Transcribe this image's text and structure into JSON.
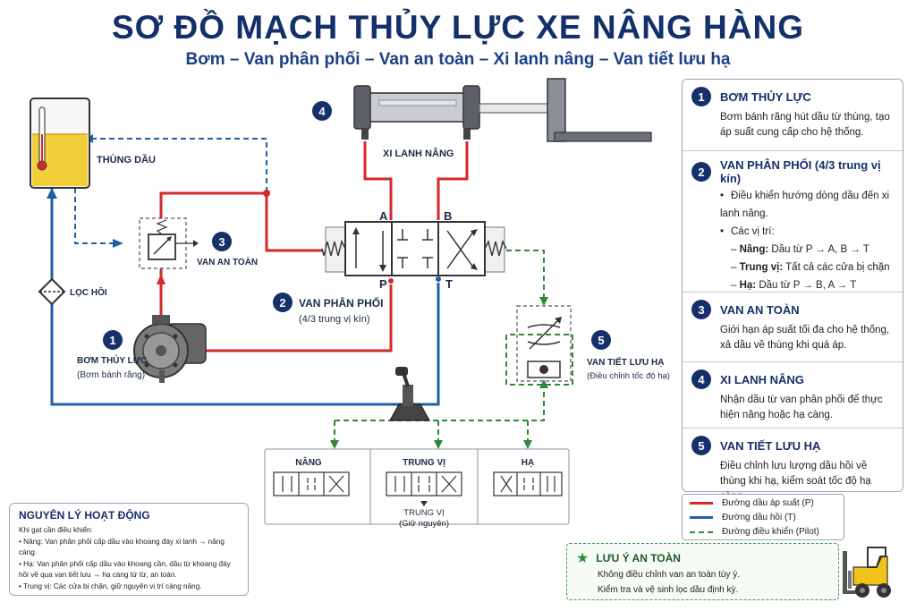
{
  "header": {
    "title": "SƠ ĐỒ MẠCH THỦY LỰC XE NÂNG HÀNG",
    "subtitle": "Bơm – Van phân phối – Van an toàn – Xi lanh nâng – Van tiết lưu hạ"
  },
  "components": {
    "tank": "THÙNG DẦU",
    "filter": "LỌC HỒI",
    "pump_num": "1",
    "pump_name": "BƠM THỦY LỰC",
    "pump_sub": "(Bơm bánh răng)",
    "relief_num": "3",
    "relief_name": "VAN AN TOÀN",
    "valve_num": "2",
    "valve_name": "VAN PHÂN PHỐI",
    "valve_sub": "(4/3 trung vị kín)",
    "port_a": "A",
    "port_b": "B",
    "port_p": "P",
    "port_t": "T",
    "cyl_num": "4",
    "cyl_name": "XI LANH NÂNG",
    "throttle_num": "5",
    "throttle_name": "VAN TIẾT LƯU HẠ",
    "throttle_sub": "(Điều chỉnh tốc độ hạ)"
  },
  "positions": {
    "lift": "NÂNG",
    "neutral": "TRUNG VỊ",
    "lower": "HẠ",
    "neutral_note1": "TRUNG VỊ",
    "neutral_note2": "(Giữ nguyên)"
  },
  "info": {
    "s1": {
      "num": "1",
      "title": "BƠM THỦY LỰC",
      "text": "Bơm bánh răng hút dầu từ thùng, tạo áp suất cung cấp cho hệ thống."
    },
    "s2": {
      "num": "2",
      "title": "VAN PHÂN PHỐI (4/3 trung vị kín)",
      "b1": "Điều khiển hướng dòng dầu đến xi lanh nâng.",
      "b2": "Các vị trí:",
      "lift_k": "Nâng:",
      "lift_v": "Dầu từ P → A, B → T",
      "mid_k": "Trung vị:",
      "mid_v": "Tất cả các cửa bị chặn",
      "low_k": "Hạ:",
      "low_v": "Dầu từ P → B, A → T"
    },
    "s3": {
      "num": "3",
      "title": "VAN AN TOÀN",
      "text": "Giới hạn áp suất tối đa cho hệ thống, xả dầu về thùng khi quá áp."
    },
    "s4": {
      "num": "4",
      "title": "XI LANH NÂNG",
      "text": "Nhận dầu từ van phân phối để thực hiện nâng hoặc hạ càng."
    },
    "s5": {
      "num": "5",
      "title": "VAN TIẾT LƯU HẠ",
      "text": "Điều chỉnh lưu lượng dầu hồi về thùng khi hạ, kiểm soát tốc độ hạ càng."
    }
  },
  "legend": {
    "pressure": "Đường dầu áp suất (P)",
    "return": "Đường dầu hồi (T)",
    "pilot": "Đường điều khiển (Pilot)"
  },
  "principle": {
    "title": "NGUYÊN LÝ HOẠT ĐỘNG",
    "intro": "Khi gạt cần điều khiển:",
    "l1": "Nâng: Van phân phối cấp dầu vào khoang đáy xi lanh → nâng càng.",
    "l2": "Hạ: Van phân phối cấp dầu vào khoang cần, dầu từ khoang đáy hồi về qua van tiết lưu → hạ càng từ từ, an toàn.",
    "l3": "Trung vị: Các cửa bị chặn, giữ nguyên vị trí càng nâng."
  },
  "safety": {
    "title": "LƯU Ý AN TOÀN",
    "l1": "Không điều chỉnh van an toàn tùy ý.",
    "l2": "Kiểm tra và vệ sinh lọc dầu định kỳ."
  },
  "colors": {
    "pressure": "#d62828",
    "return": "#1f5fa8",
    "pilot": "#2e8a36",
    "navy": "#15306a"
  }
}
